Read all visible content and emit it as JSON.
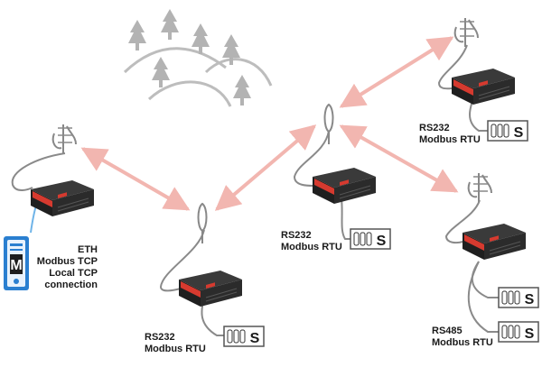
{
  "master": {
    "badge": "M",
    "lines": [
      "ETH",
      "Modbus TCP",
      "Local TCP",
      "connection"
    ]
  },
  "nodes": [
    {
      "id": "bottom-center",
      "lines": [
        "RS232",
        "Modbus RTU"
      ],
      "slave_badge": "S"
    },
    {
      "id": "center",
      "lines": [
        "RS232",
        "Modbus RTU"
      ],
      "slave_badge": "S"
    },
    {
      "id": "top-right",
      "lines": [
        "RS232",
        "Modbus RTU"
      ],
      "slave_badge": "S"
    },
    {
      "id": "bottom-right",
      "lines": [
        "RS485",
        "Modbus RTU"
      ],
      "slave_badge": "S"
    }
  ],
  "colors": {
    "radio_link": "#f2b6b0",
    "router_body": "#2a2a2a",
    "router_accent": "#d63a2f",
    "master_pc": "#2a7fd0",
    "cable": "#8a8a8a",
    "trees": "#b3b3b3"
  }
}
